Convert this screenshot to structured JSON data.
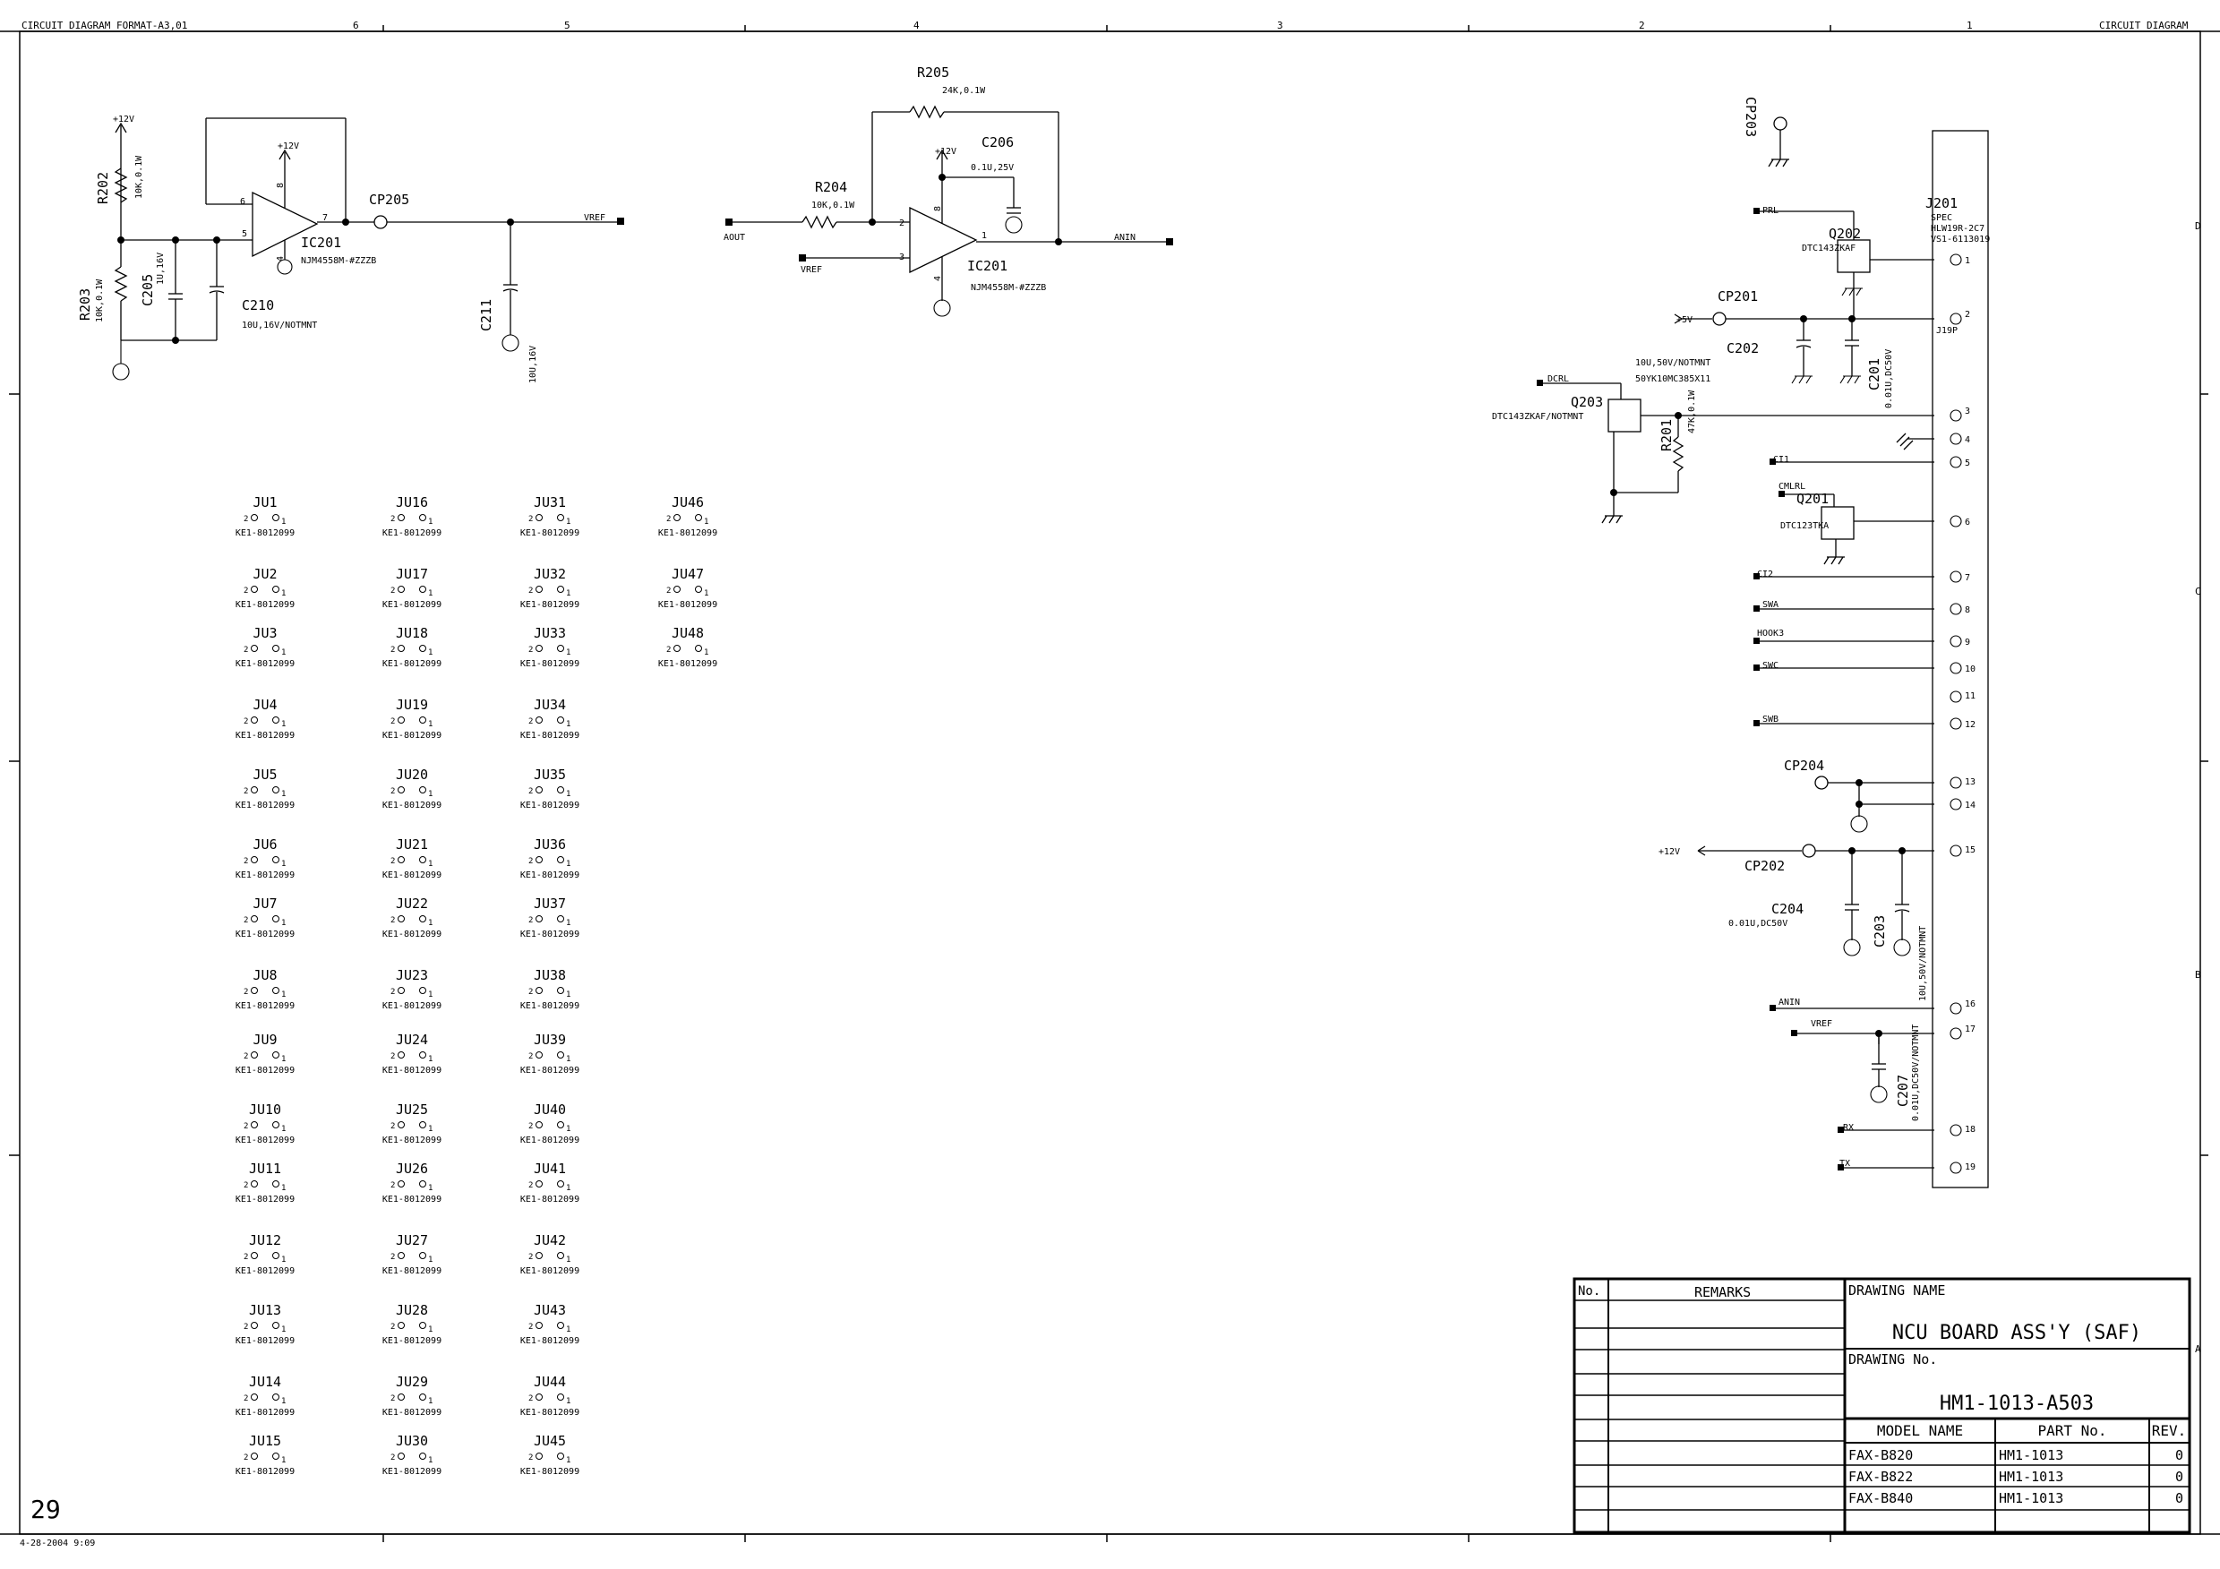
{
  "header": {
    "left": "CIRCUIT DIAGRAM FORMAT-A3,01",
    "right": "CIRCUIT DIAGRAM",
    "columns": [
      "6",
      "5",
      "4",
      "3",
      "2",
      "1"
    ],
    "rows": [
      "D",
      "C",
      "B",
      "A"
    ]
  },
  "page_number": "29",
  "print_stamp": "4-28-2004 9:09",
  "circuit1": {
    "v12": "+12V",
    "v12b": "+12V",
    "r202": "R202",
    "r202_val": "10K,0.1W",
    "r203": "R203",
    "r203_val": "10K,0.1W",
    "c205": "C205",
    "c205_val": "1U,16V",
    "c210": "C210",
    "c210_val": "10U,16V/NOTMNT",
    "ic": "IC201",
    "ic_part": "NJM4558M-#ZZZB",
    "cp205": "CP205",
    "vref": "VREF",
    "c211": "C211",
    "c211_val": "10U,16V",
    "pins": [
      "6",
      "5",
      "7",
      "8",
      "4"
    ]
  },
  "circuit2": {
    "r205": "R205",
    "r205_val": "24K,0.1W",
    "r204": "R204",
    "r204_val": "10K,0.1W",
    "c206": "C206",
    "c206_val": "0.1U,25V",
    "v12": "+12V",
    "aout": "AOUT",
    "vref": "VREF",
    "anin": "ANIN",
    "ic": "IC201",
    "ic_part": "NJM4558M-#ZZZB",
    "pins": [
      "2",
      "3",
      "1",
      "8",
      "4"
    ]
  },
  "connector": {
    "ref": "J201",
    "spec": "SPEC",
    "part1": "HLW19R-2C7",
    "part2": "VS1-6113019",
    "j19p": "J19P",
    "cp203": "CP203",
    "cp201": "CP201",
    "cp204": "CP204",
    "cp202": "CP202",
    "v5": "+5V",
    "v12": "+12V",
    "q202": "Q202",
    "q202_part": "DTC143ZKAF",
    "q203": "Q203",
    "q203_part": "DTC143ZKAF/NOTMNT",
    "q201": "Q201",
    "q201_part": "DTC123TKA",
    "c202": "C202",
    "c202_val1": "10U,50V/NOTMNT",
    "c202_val2": "50YK10MC385X11",
    "c201": "C201",
    "c201_val": "0.01U,DC50V",
    "r201": "R201",
    "r201_val": "47K,0.1W",
    "c204": "C204",
    "c204_val": "0.01U,DC50V",
    "c203": "C203",
    "c203_val": "10U,50V/NOTMNT",
    "c207": "C207",
    "c207_val": "0.01U,DC50V/NOTMNT",
    "signals": [
      "PRL",
      "DCRL",
      "CI1",
      "CMLRL",
      "CI2",
      "SWA",
      "HOOK3",
      "SWC",
      "SWB",
      "ANIN",
      "VREF",
      "RX",
      "TX"
    ],
    "pins": [
      "1",
      "2",
      "3",
      "4",
      "5",
      "6",
      "7",
      "8",
      "9",
      "10",
      "11",
      "12",
      "13",
      "14",
      "15",
      "16",
      "17",
      "18",
      "19"
    ]
  },
  "jumpers": {
    "part": "KE1-8012099",
    "pin_left": "2",
    "pin_right": "1",
    "col1": [
      "JU1",
      "JU2",
      "JU3",
      "JU4",
      "JU5",
      "JU6",
      "JU7",
      "JU8",
      "JU9",
      "JU10",
      "JU11",
      "JU12",
      "JU13",
      "JU14",
      "JU15"
    ],
    "col2": [
      "JU16",
      "JU17",
      "JU18",
      "JU19",
      "JU20",
      "JU21",
      "JU22",
      "JU23",
      "JU24",
      "JU25",
      "JU26",
      "JU27",
      "JU28",
      "JU29",
      "JU30"
    ],
    "col3": [
      "JU31",
      "JU32",
      "JU33",
      "JU34",
      "JU35",
      "JU36",
      "JU37",
      "JU38",
      "JU39",
      "JU40",
      "JU41",
      "JU42",
      "JU43",
      "JU44",
      "JU45"
    ],
    "col4": [
      "JU46",
      "JU47",
      "JU48"
    ]
  },
  "title_block": {
    "no_label": "No.",
    "remarks_label": "REMARKS",
    "drawing_name_label": "DRAWING NAME",
    "drawing_name": "NCU BOARD ASS'Y (SAF)",
    "drawing_no_label": "DRAWING No.",
    "drawing_no": "HM1-1013-A503",
    "model_header": "MODEL NAME",
    "part_header": "PART No.",
    "rev_header": "REV.",
    "rows": [
      {
        "model": "FAX-B820",
        "part": "HM1-1013",
        "rev": "0"
      },
      {
        "model": "FAX-B822",
        "part": "HM1-1013",
        "rev": "0"
      },
      {
        "model": "FAX-B840",
        "part": "HM1-1013",
        "rev": "0"
      }
    ]
  }
}
